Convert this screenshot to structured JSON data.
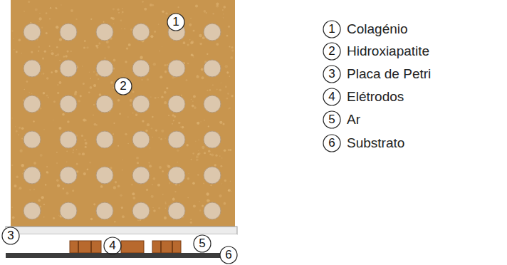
{
  "diagram": {
    "labels": [
      "1",
      "2",
      "3",
      "4",
      "5",
      "6",
      "1",
      "2",
      "3",
      "4",
      "5",
      "6"
    ],
    "legend": [
      {
        "text": "Colagénio"
      },
      {
        "text": "Hidroxiapatite"
      },
      {
        "text": "Placa de Petri"
      },
      {
        "text": "Elétrodos"
      },
      {
        "text": "Ar"
      },
      {
        "text": "Substrato"
      }
    ]
  }
}
